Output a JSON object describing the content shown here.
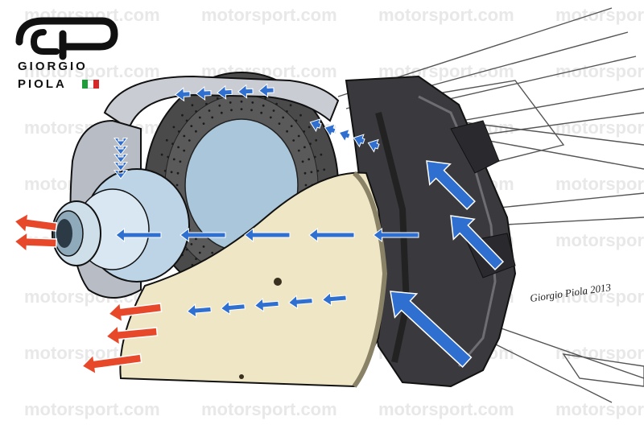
{
  "branding": {
    "line1": "GIORGIO",
    "line2": "PIOLA",
    "flag_colors": [
      "#1f9d3a",
      "#ffffff",
      "#d62828"
    ]
  },
  "watermark": {
    "text": "motorsport.com"
  },
  "signature": {
    "text": "Giorgio Piola 2013"
  },
  "colors": {
    "inflow_arrow": "#2f6fd0",
    "internal_flow_arrow": "#2f6fd0",
    "exhaust_arrow": "#e8482a",
    "drum_fill": "#efe6c6",
    "duct_fill": "#3a3a3e",
    "disc_fill": "#4a4a4a",
    "hub_fill": "#bcd4e6"
  },
  "icons": {
    "logo": "gp-logo-icon",
    "inflow": "air-inflow-arrow-icon",
    "exhaust": "air-exhaust-arrow-icon"
  }
}
